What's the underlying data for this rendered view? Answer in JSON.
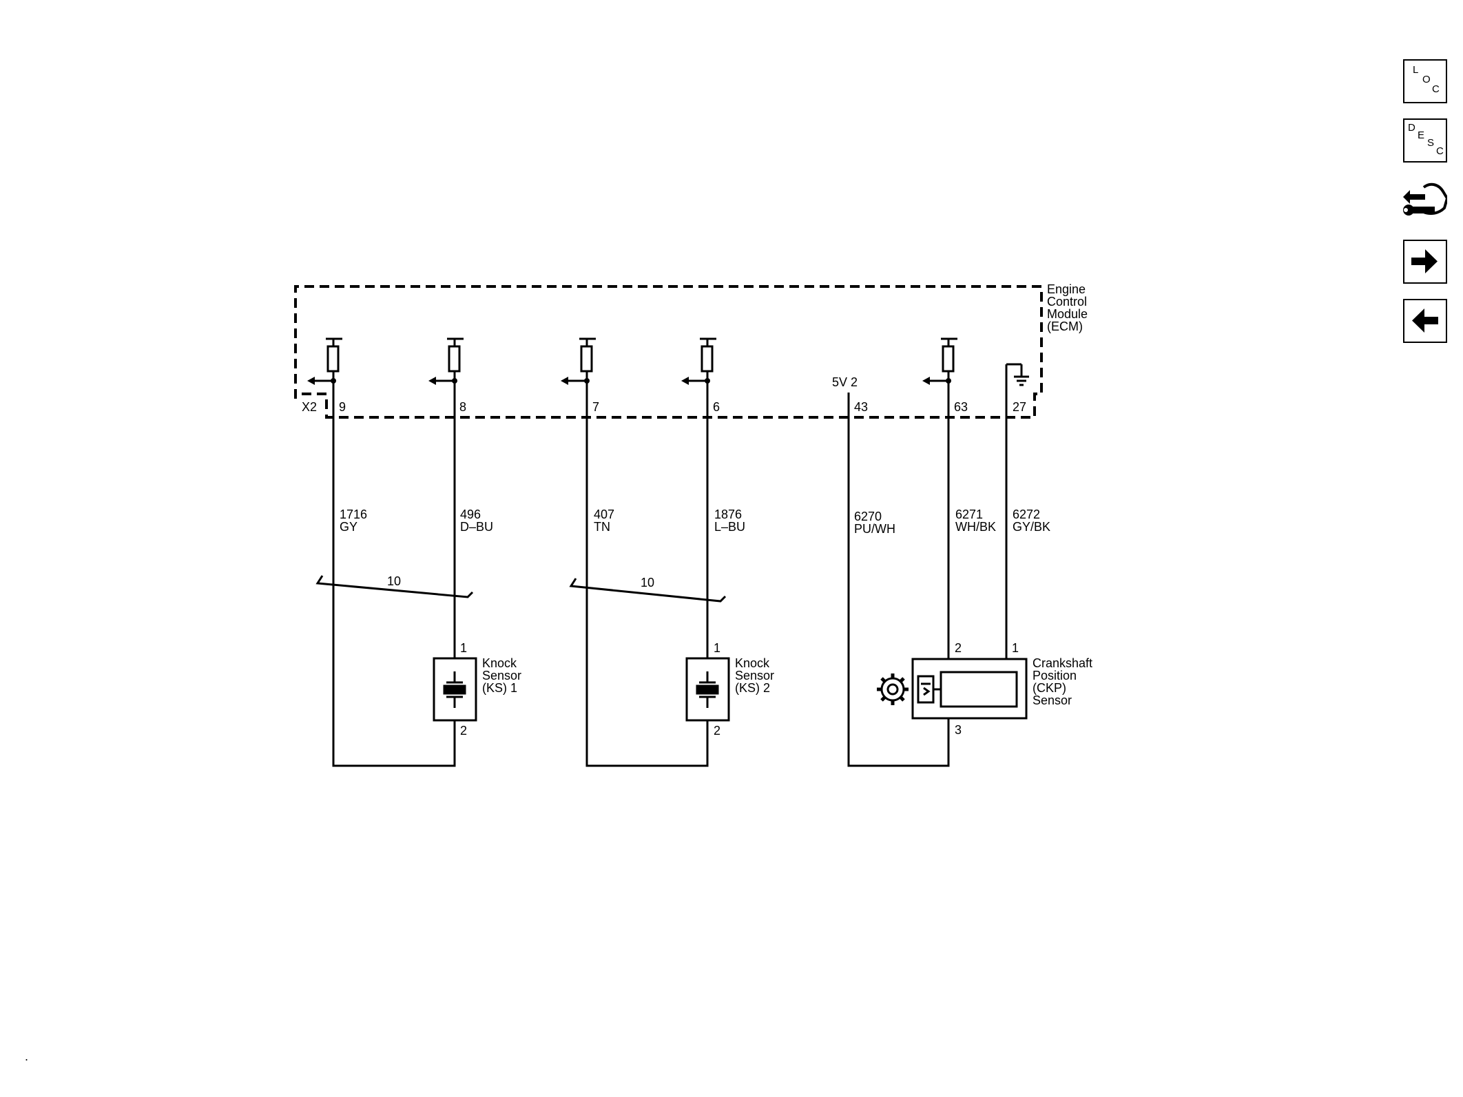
{
  "ecm": {
    "name_lines": [
      "Engine",
      "Control",
      "Module",
      "(ECM)"
    ],
    "connector": "X2",
    "supply": "5V 2"
  },
  "pins": {
    "p9": "9",
    "p8": "8",
    "p7": "7",
    "p6": "6",
    "p43": "43",
    "p63": "63",
    "p27": "27"
  },
  "wires": [
    {
      "circuit": "1716",
      "color": "GY"
    },
    {
      "circuit": "496",
      "color": "D–BU"
    },
    {
      "circuit": "407",
      "color": "TN"
    },
    {
      "circuit": "1876",
      "color": "L–BU"
    },
    {
      "circuit": "6270",
      "color": "PU/WH"
    },
    {
      "circuit": "6271",
      "color": "WH/BK"
    },
    {
      "circuit": "6272",
      "color": "GY/BK"
    }
  ],
  "twists": [
    "10",
    "10"
  ],
  "ks1": {
    "label_lines": [
      "Knock",
      "Sensor",
      "(KS) 1"
    ],
    "pin_top": "1",
    "pin_bottom": "2"
  },
  "ks2": {
    "label_lines": [
      "Knock",
      "Sensor",
      "(KS) 2"
    ],
    "pin_top": "1",
    "pin_bottom": "2"
  },
  "ckp": {
    "label_lines": [
      "Crankshaft",
      "Position",
      "(CKP)",
      "Sensor"
    ],
    "pin_2": "2",
    "pin_1": "1",
    "pin_3": "3"
  },
  "sidebar": {
    "loc": {
      "l": "L",
      "o": "O",
      "c": "C"
    },
    "desc": {
      "d": "D",
      "e": "E",
      "s": "S",
      "c": "C"
    }
  },
  "footer": {
    "mark": "."
  }
}
